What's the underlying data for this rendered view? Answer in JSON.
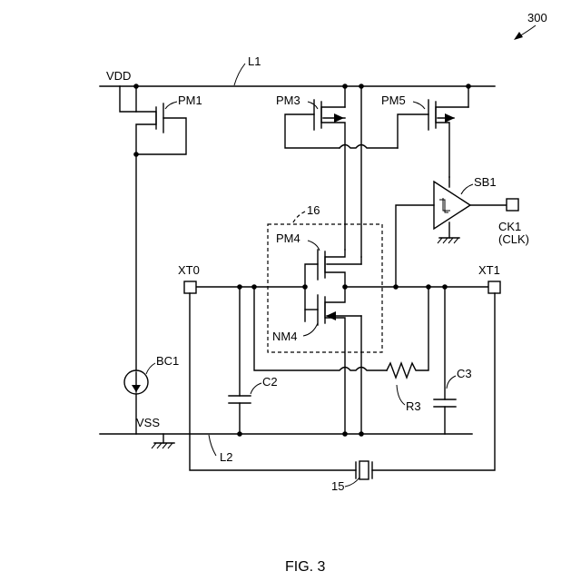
{
  "figure": {
    "ref_number": "300",
    "caption": "FIG. 3"
  },
  "rails": {
    "vdd": "VDD",
    "vss": "VSS",
    "l1": "L1",
    "l2": "L2"
  },
  "components": {
    "pm1": "PM1",
    "pm3": "PM3",
    "pm5": "PM5",
    "pm4": "PM4",
    "nm4": "NM4",
    "sb1": "SB1",
    "bc1": "BC1",
    "c2": "C2",
    "c3": "C3",
    "r3": "R3",
    "crystal": "15",
    "block16": "16"
  },
  "terminals": {
    "xt0": "XT0",
    "xt1": "XT1",
    "ck1": "CK1",
    "clk": "(CLK)"
  }
}
